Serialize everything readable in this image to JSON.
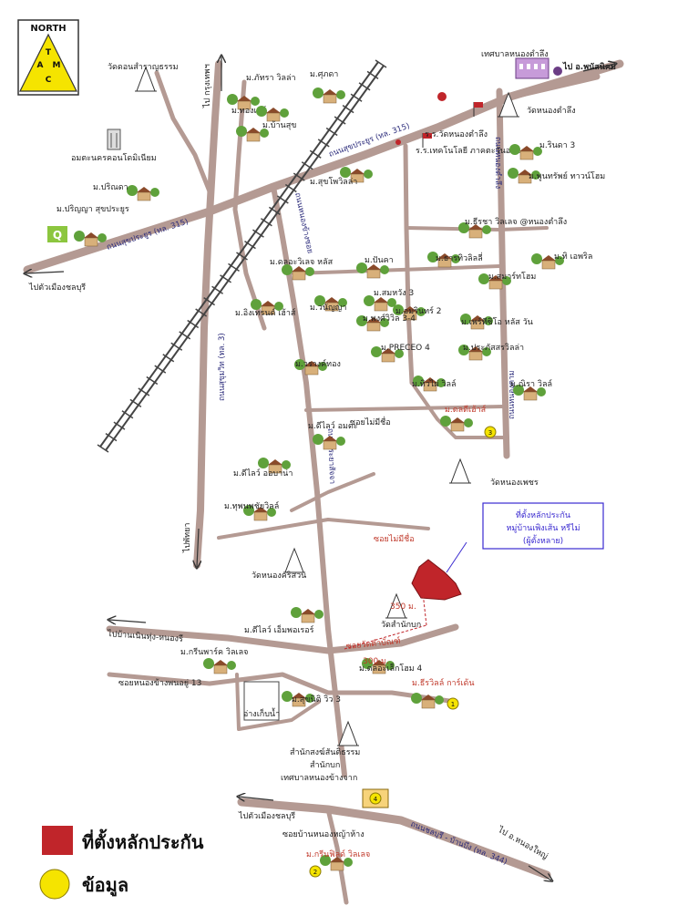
{
  "compass": {
    "north": "NORTH",
    "letters": [
      "T",
      "A",
      "M",
      "C"
    ]
  },
  "roads": {
    "sukhumvit": "ถนนสุขุมวิท (ทล. 3)",
    "suk_prayoon_north": "ถนนสุขประยูร (ทล. 315)",
    "suk_prayoon_west": "ถนนสุขประยูร (ทล. 315)",
    "phraya_satja": "ถนนพระยาสัจจา",
    "nong_tam_lueng": "ถนนหนองตำลึง",
    "nong_kham": "ถนนหนองคาม",
    "nong_khang_soi": "ถนนหนองข้างซอย",
    "chonburi_ban_bueng": "ถนนชลบุรี - บ้านบึง (ทล. 344)",
    "mabuang_soi": "ซอยวัดตำบัณฑ์",
    "soi_mai_mi_chue_1": "ซอยไม่มีชื่อ",
    "soi_mai_mi_chue_2": "ซอยไม่มีชื่อ",
    "soi_nong_khang": "ซอยหนองข้างพนอยู่ 13",
    "soi_ban_nong_hua": "ซอยบ้านหนองหญ้าห้าง"
  },
  "directions": {
    "to_bangkok": "ไป กรุงเทพฯ",
    "to_pattaya": "ไปพัทยา",
    "to_chonburi_w": "ไปตัวเมืองชลบุรี",
    "to_chonburi_sw": "ไปตัวเมืองชลบุรี",
    "to_phanat": "ไป อ.พนัสนิคม",
    "to_nong_yai": "ไป อ.หนองใหญ่",
    "to_ban_bueng": "ไปบ้านเนินทุ่ง-หนองรี"
  },
  "places": {
    "wat_don_sanam": "วัดดอนสำราญธรรม",
    "condo": "อมตะนครคอนโดมิเนียม",
    "wat_nong_tam_lueng": "วัดหนองตำลึง",
    "muni_nong_tam_lueng": "เทศบาลหนองตำลึง",
    "school": "ร.ร.วัดหนองตำลึง",
    "tech": "ร.ร.เทคโนโลยี ภาคตะวันออก",
    "wat_nong_chat": "วัดหนองเพชร",
    "wat_nong_kraduk": "วัดหนองคริสวน",
    "wat_samnak_bok": "วัดสำนักบก",
    "samnak": "สำนักสงฆ์สันติธรรม",
    "samnak2": "สำนักบก",
    "muni_nong_chak": "เทศบาลหนองข้างจาก",
    "reservoir": "อ่างเก็บน้ำ"
  },
  "villages": {
    "v01": "ม.ภัทรา วิลล่า",
    "v02": "ม.ทองเลย์",
    "v03": "ม.ศุภดา",
    "v04": "ม.บ้านสุข",
    "v05": "ม.ปริณดา",
    "v06": "ม.ปริญญา สุขประยูร",
    "v07": "ม.สุขโพวิลล่า",
    "v08": "ม.รินดา 3",
    "v09": "ม.พูนทรัพย์ ทาวน์โฮม",
    "v10": "ม.ธีรชา วิลเลจ @หนองตำลึง",
    "v11": "ม.ทิ เอพริล",
    "v12": "ม.ปันคา",
    "v13": "ม.ธารทิวลิลลี่",
    "v14": "ม.ดลอะวิเลจ หลัส",
    "v15": "ม.สมาร์ทโฮม",
    "v16": "ม.อมรินทร์ 2",
    "v17": "ม.สมหวัง 3",
    "v18": "ม.วนัญญา",
    "v19": "ม.พงศ์วิวิล 3-4",
    "v20": "ม.เพร์ทีซิโอ หลัส วัน",
    "v21": "ม.อิงเทรนด์ เฮ้าส์",
    "v22": "ม.PRECEO 4",
    "v23": "ม.ประภัสสรวิลล่า",
    "v24": "ม.วรางค์ทอง",
    "v25": "ม.ทิวไผ่ วิลล์",
    "v26": "ม.ณิรา วิลล์",
    "v27": "ม.ดลดีเฮ้าส์",
    "v28": "ม.ดีไลว์ อมตะ",
    "v29": "ม.ดีไลว์ ออบาน่า",
    "v30": "ม.ทุพนพชัยวิลล์",
    "v31": "ม.ดีไลว์ เอ็มพอเรอร์",
    "v32": "ม.ดลอะเล็กโฮม 4",
    "v33": "ม.กรีนพาร์ค วิลเลจ",
    "v34": "ม.สุขนิติ วิว 3",
    "v35": "ม.ธีรวิลล์ การ์เด้น",
    "v36": "ม.กรีนฟิลด์ วิลเลจ"
  },
  "distances": {
    "d1": "350 ม.",
    "d2": "300 ม."
  },
  "callout": {
    "title": "ที่ตั้งหลักประกัน",
    "line2": "หมู่บ้านเพิงเส้น หรีไม่",
    "line3": "(ผู้ตั้งหลาย)"
  },
  "markers": {
    "m1": "1",
    "m2": "2",
    "m3": "3",
    "m4": "4"
  },
  "legend": {
    "collateral_label": "ที่ตั้งหลักประกัน",
    "info_label": "ข้อมูล",
    "collateral_color": "#c0252a",
    "info_color": "#f5e400"
  }
}
